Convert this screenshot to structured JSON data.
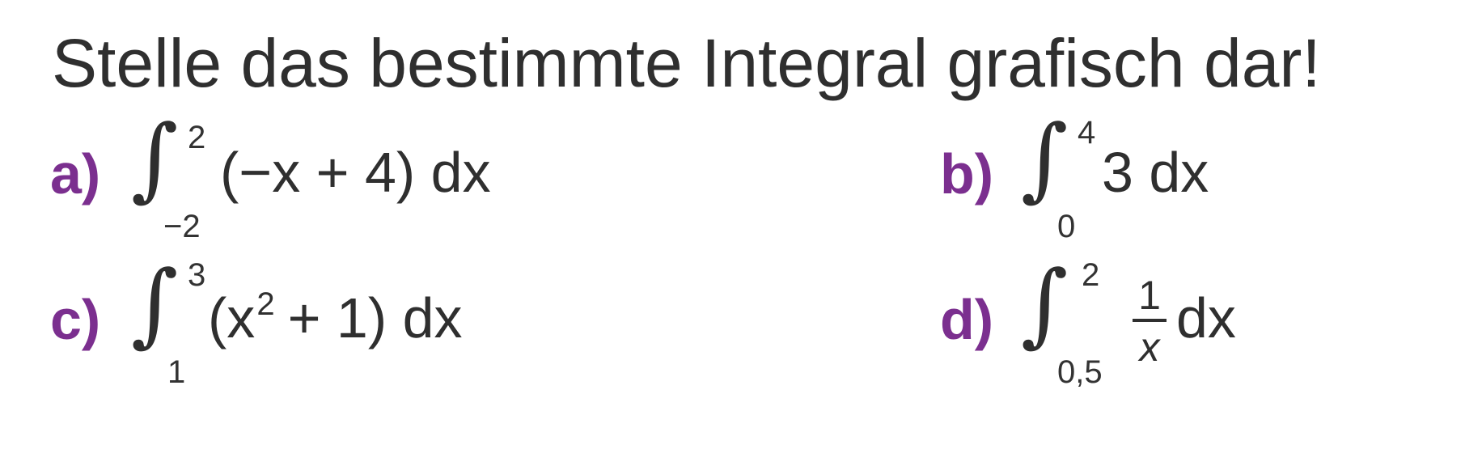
{
  "task": "Stelle das bestimmte Integral grafisch dar!",
  "integral_symbol": "∫",
  "items": {
    "a": {
      "label": "a)",
      "upper": "2",
      "lower": "−2",
      "expr": "(−x + 4) dx"
    },
    "b": {
      "label": "b)",
      "upper": "4",
      "lower": "0",
      "expr": "3 dx"
    },
    "c": {
      "label": "c)",
      "upper": "3",
      "lower": "1",
      "expr_start": "(x",
      "exponent": "2",
      "expr_end": "+ 1) dx"
    },
    "d": {
      "label": "d)",
      "upper": "2",
      "lower": "0,5",
      "numerator": "1",
      "denominator": "x",
      "expr_end": "dx"
    }
  },
  "colors": {
    "label": "#7b2f8f",
    "text": "#2f2f2f"
  }
}
